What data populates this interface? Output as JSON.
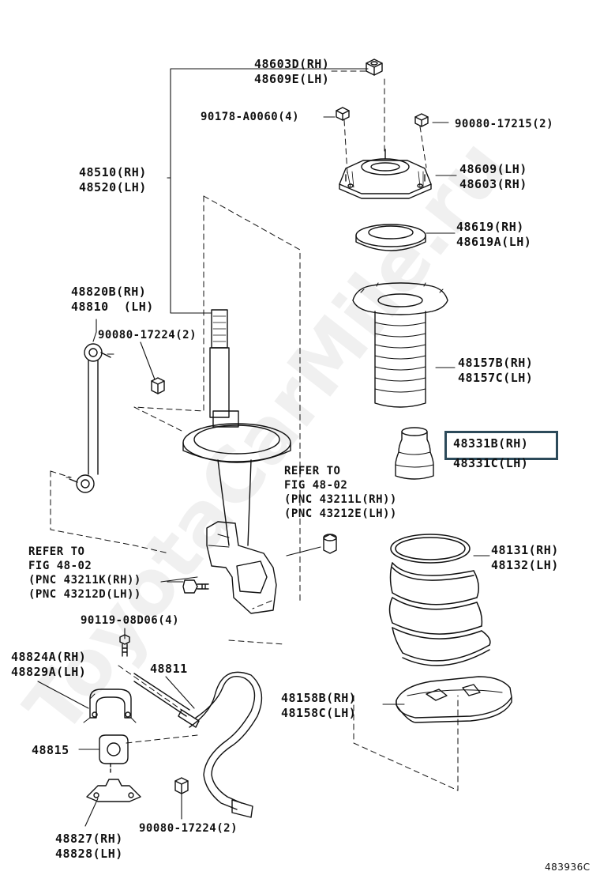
{
  "watermark": "ToyotaCarMile.ru",
  "diagram_id": "483936C",
  "highlight_color": "#2c4a5a",
  "labels": {
    "nut_top": "48603D(RH)\n48609E(LH)",
    "bolt_4": "90178-A0060(4)",
    "nut_2": "90080-17215(2)",
    "support": "48609(LH)\n48603(RH)",
    "strut": "48510(RH)\n48520(LH)",
    "bearing": "48619(RH)\n48619A(LH)",
    "stab_link": "48820B(RH)\n48810  (LH)",
    "link_nut": "90080-17224(2)",
    "boot": "48157B(RH)\n48157C(LH)",
    "bumper_rh": "48331B(RH)",
    "bumper_lh": "48331C(LH)",
    "refer_right": "REFER TO\nFIG 48-02\n(PNC 43211L(RH))\n(PNC 43212E(LH))",
    "spring": "48131(RH)\n48132(LH)",
    "refer_left": "REFER TO\nFIG 48-02\n(PNC 43211K(RH))\n(PNC 43212D(LH))",
    "bolt_bracket": "90119-08D06(4)",
    "bracket_cover": "48824A(RH)\n48829A(LH)",
    "stabilizer": "48811",
    "insulator": "48158B(RH)\n48158C(LH)",
    "bushing": "48815",
    "stab_nut": "90080-17224(2)",
    "bracket": "48827(RH)\n48828(LH)"
  }
}
